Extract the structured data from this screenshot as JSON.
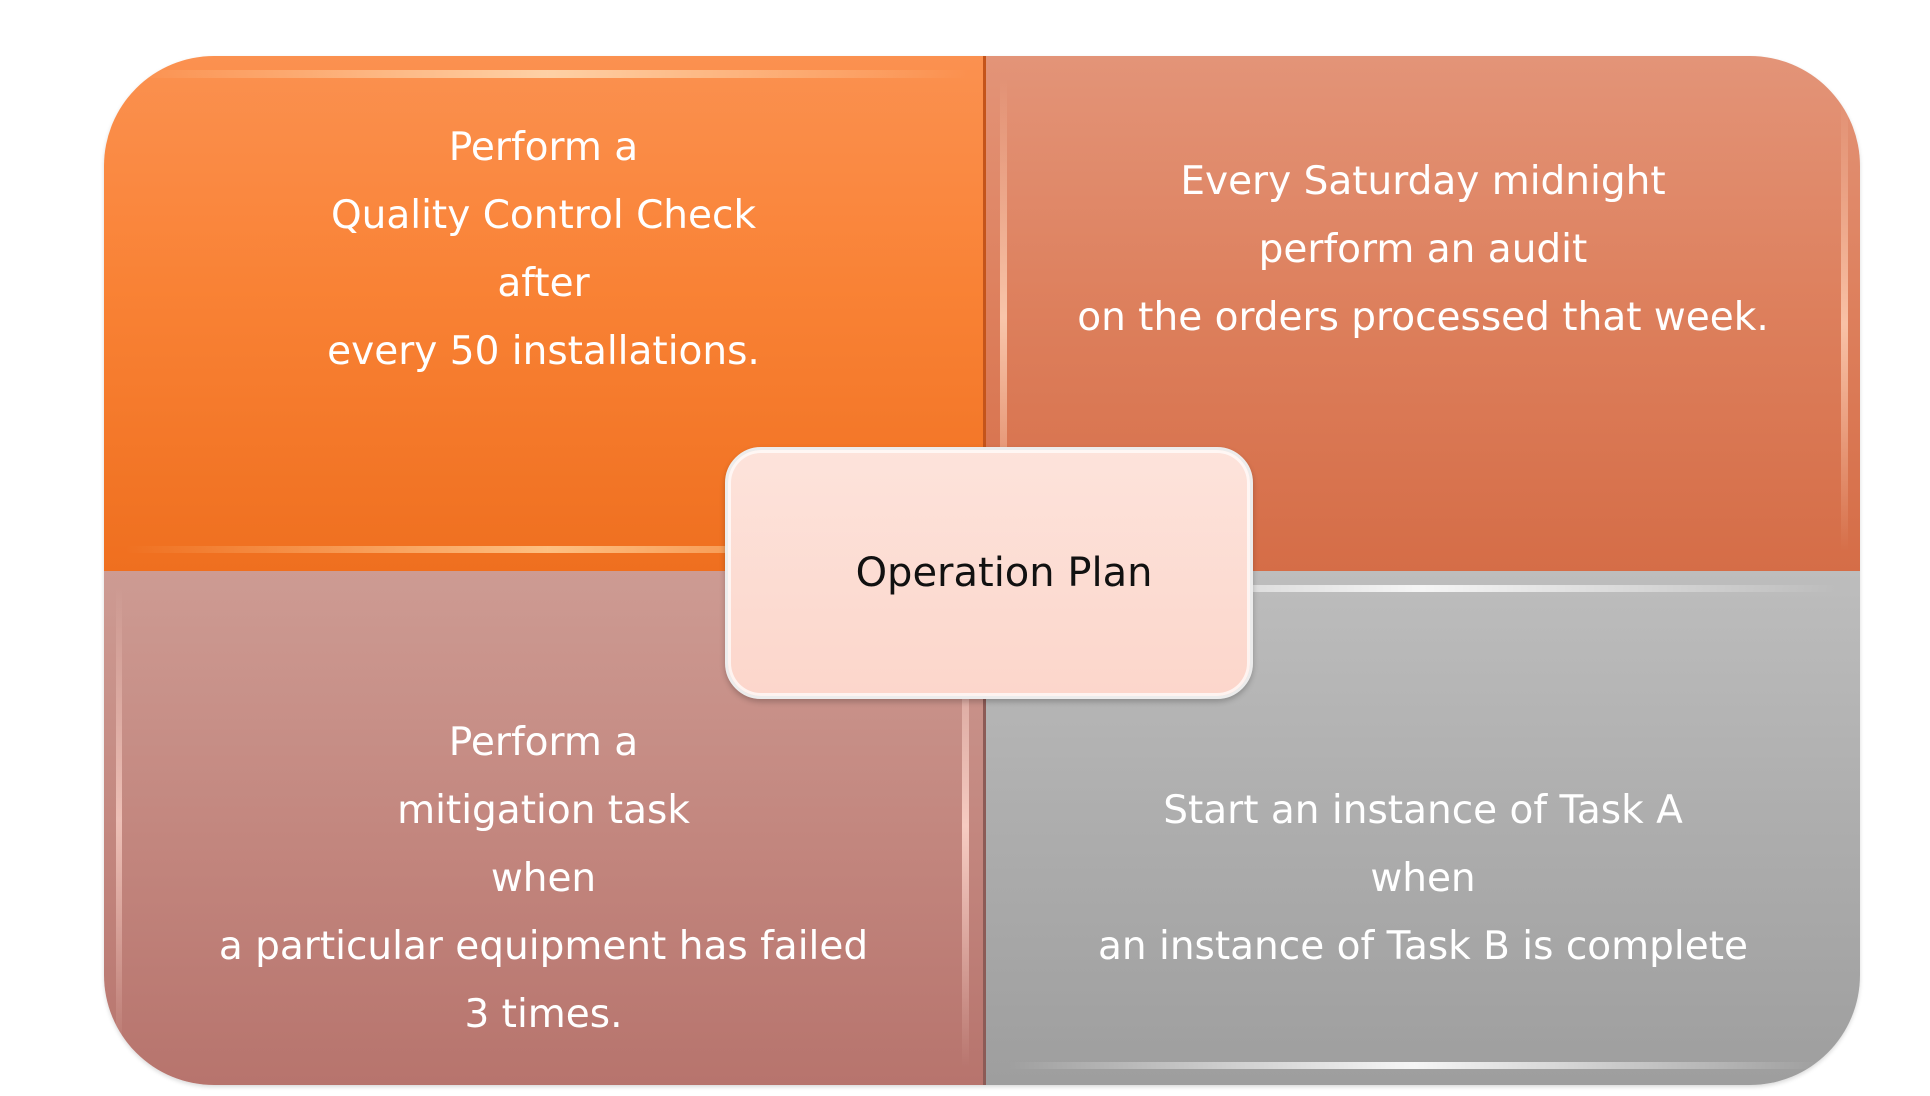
{
  "diagram": {
    "center": {
      "label": "Operation Plan"
    },
    "quadrants": {
      "top_left": {
        "lines": [
          "Perform a",
          "Quality Control Check",
          "after",
          "every 50 installations."
        ],
        "color": "#f98235"
      },
      "top_right": {
        "lines": [
          "Every Saturday midnight",
          "perform an audit",
          "on the orders processed that week."
        ],
        "color": "#dd7f5c"
      },
      "bottom_left": {
        "lines": [
          "Perform a",
          "mitigation task",
          "when",
          "a particular equipment has failed",
          "3 times."
        ],
        "color": "#c3877f"
      },
      "bottom_right": {
        "lines": [
          "Start an instance of Task A",
          "when",
          "an instance of Task B is complete"
        ],
        "color": "#adadad"
      }
    }
  }
}
